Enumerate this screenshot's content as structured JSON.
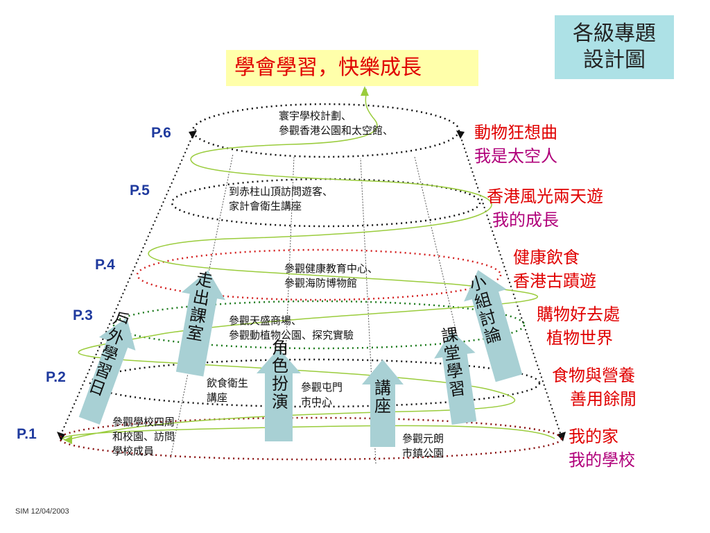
{
  "header": {
    "title": "學會學習，快樂成長",
    "corner_line1": "各級專題",
    "corner_line2": "設計圖"
  },
  "levels": [
    {
      "label": "P.6",
      "theme1": "動物狂想曲",
      "theme2": "我是太空人",
      "visit_lines": [
        "寰宇學校計劃、",
        "參觀香港公園和太空館、"
      ]
    },
    {
      "label": "P.5",
      "theme1": "香港風光兩天遊",
      "theme2": "我的成長",
      "visit_lines": [
        "到赤柱山頂訪問遊客、",
        "家計會衛生講座"
      ]
    },
    {
      "label": "P.4",
      "theme1": "健康飲食",
      "theme2": "香港古蹟遊",
      "visit_lines": [
        "參觀健康教育中心、",
        "參觀海防博物館"
      ]
    },
    {
      "label": "P.3",
      "theme1": "購物好去處",
      "theme2": "植物世界",
      "visit_lines": [
        "參觀天盛商場、",
        "參觀動植物公園、探究實驗"
      ]
    },
    {
      "label": "P.2",
      "theme1": "食物與營養",
      "theme2": "善用餘閒",
      "visit_a_lines": [
        "飲食衛生",
        "講座"
      ],
      "visit_b_lines": [
        "參觀屯門",
        "市中心"
      ]
    },
    {
      "label": "P.1",
      "theme1": "我的家",
      "theme2": "我的學校",
      "visit_a_lines": [
        "參觀學校四周",
        "和校園、訪問",
        "學校成員"
      ],
      "visit_b_lines": [
        "參觀元朗",
        "市鎮公園"
      ]
    }
  ],
  "methods": [
    "戶外學習日",
    "走出課室",
    "角色扮演",
    "講座",
    "課堂學習",
    "小組討論"
  ],
  "colors": {
    "title_text": "#e00000",
    "theme_red": "#e00000",
    "theme_magenta": "#b0007a",
    "level_blue": "#1f3a9e",
    "title_bg": "#ffffaa",
    "corner_bg": "#ade1e6",
    "arrow_fill": "#a8d0d4",
    "spiral": "#9acc3c",
    "ring_black": "#111111",
    "ring_red": "#d42020",
    "ring_green": "#1c7a1c",
    "ring_darkred": "#8a1010"
  },
  "footer": "SIM 12/04/2003"
}
